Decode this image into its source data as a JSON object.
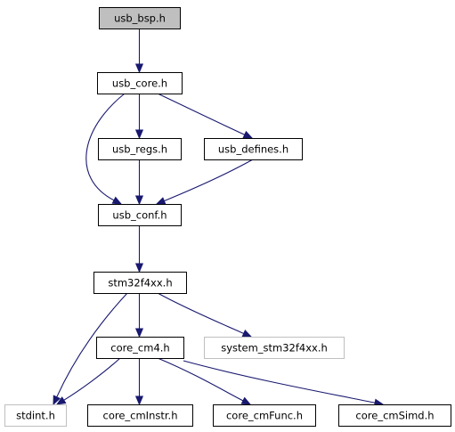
{
  "graph": {
    "colors": {
      "edge": "#191970",
      "node_border": "#000000",
      "node_fill": "#ffffff",
      "root_fill": "#bfbfbf",
      "external_border": "#bfbfbf",
      "text": "#000000",
      "external_text": "#000000"
    },
    "nodes": [
      {
        "id": "usb_bsp",
        "label": "usb_bsp.h",
        "style": "root"
      },
      {
        "id": "usb_core",
        "label": "usb_core.h",
        "style": "normal"
      },
      {
        "id": "usb_regs",
        "label": "usb_regs.h",
        "style": "normal"
      },
      {
        "id": "usb_defines",
        "label": "usb_defines.h",
        "style": "normal"
      },
      {
        "id": "usb_conf",
        "label": "usb_conf.h",
        "style": "normal"
      },
      {
        "id": "stm32f4xx",
        "label": "stm32f4xx.h",
        "style": "normal"
      },
      {
        "id": "core_cm4",
        "label": "core_cm4.h",
        "style": "normal"
      },
      {
        "id": "system_stm32f4xx",
        "label": "system_stm32f4xx.h",
        "style": "external"
      },
      {
        "id": "stdint",
        "label": "stdint.h",
        "style": "external"
      },
      {
        "id": "core_cmInstr",
        "label": "core_cmInstr.h",
        "style": "normal"
      },
      {
        "id": "core_cmFunc",
        "label": "core_cmFunc.h",
        "style": "normal"
      },
      {
        "id": "core_cmSimd",
        "label": "core_cmSimd.h",
        "style": "normal"
      }
    ],
    "edges": [
      {
        "from": "usb_bsp",
        "to": "usb_core"
      },
      {
        "from": "usb_core",
        "to": "usb_regs"
      },
      {
        "from": "usb_core",
        "to": "usb_defines"
      },
      {
        "from": "usb_core",
        "to": "usb_conf"
      },
      {
        "from": "usb_regs",
        "to": "usb_conf"
      },
      {
        "from": "usb_defines",
        "to": "usb_conf"
      },
      {
        "from": "usb_conf",
        "to": "stm32f4xx"
      },
      {
        "from": "stm32f4xx",
        "to": "core_cm4"
      },
      {
        "from": "stm32f4xx",
        "to": "system_stm32f4xx"
      },
      {
        "from": "stm32f4xx",
        "to": "stdint"
      },
      {
        "from": "core_cm4",
        "to": "stdint"
      },
      {
        "from": "core_cm4",
        "to": "core_cmInstr"
      },
      {
        "from": "core_cm4",
        "to": "core_cmFunc"
      },
      {
        "from": "core_cm4",
        "to": "core_cmSimd"
      }
    ]
  }
}
